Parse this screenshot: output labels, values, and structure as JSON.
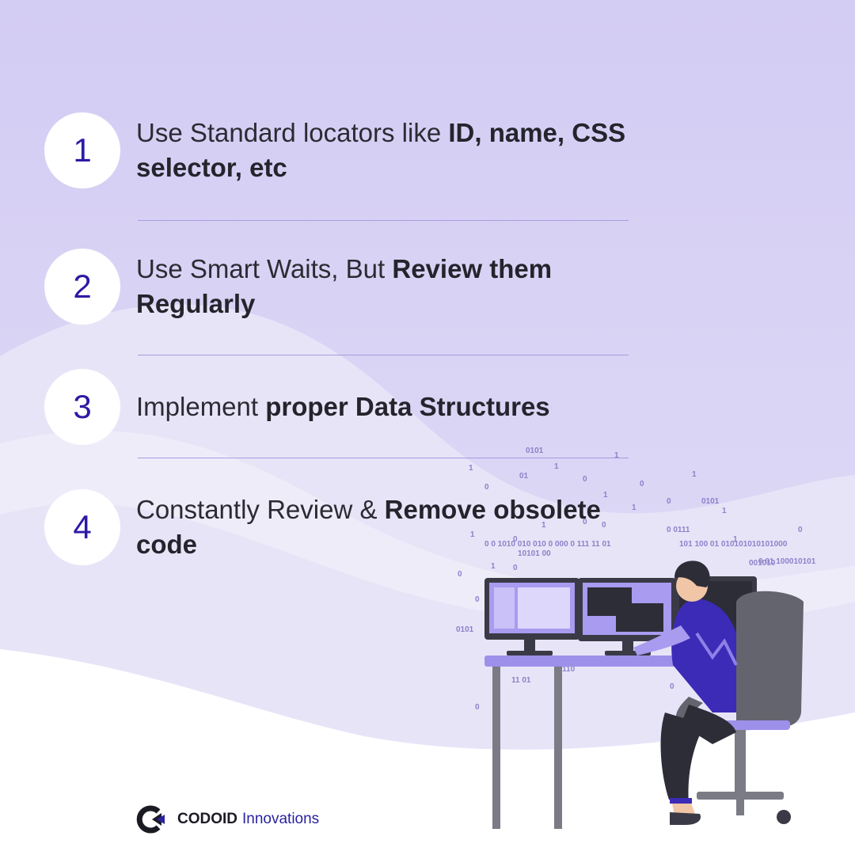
{
  "colors": {
    "background_top": "#d5cff3",
    "wave": "#e6e2f8",
    "number": "#2c1aa6",
    "text": "#2b2b33",
    "accent": "#8f80e8"
  },
  "items": [
    {
      "number": "1",
      "text_plain": "Use Standard locators like ",
      "text_bold": "ID, name, CSS selector, etc"
    },
    {
      "number": "2",
      "text_plain": "Use Smart Waits, But ",
      "text_bold": "Review them Regularly"
    },
    {
      "number": "3",
      "text_plain": "Implement ",
      "text_bold": "proper Data Structures"
    },
    {
      "number": "4",
      "text_plain": "Constantly Review & ",
      "text_bold": "Remove obsolete code"
    }
  ],
  "binary_digits": [
    "0101",
    "1",
    "1",
    "01",
    "1",
    "0",
    "0",
    "1",
    "0",
    "1",
    "0",
    "0101",
    "1",
    "1",
    "1",
    "0",
    "0 0111",
    "0",
    "1",
    "0 0  1010 010 010 0   000  0  111 11  01",
    "0",
    "101  100   01      010101010101000",
    "1",
    "10101  00",
    "0",
    "0 01  1000101010101000  001111 100101 110",
    "001010",
    "0",
    "0",
    "1",
    "0",
    "0000  00",
    "0101",
    "110",
    "11  01",
    "0",
    "0"
  ],
  "logo": {
    "brand": "CODOID",
    "suffix": "Innovations",
    "icon": "codoid-logo-icon"
  },
  "illustration": {
    "icon": "developer-at-desk-illustration"
  }
}
